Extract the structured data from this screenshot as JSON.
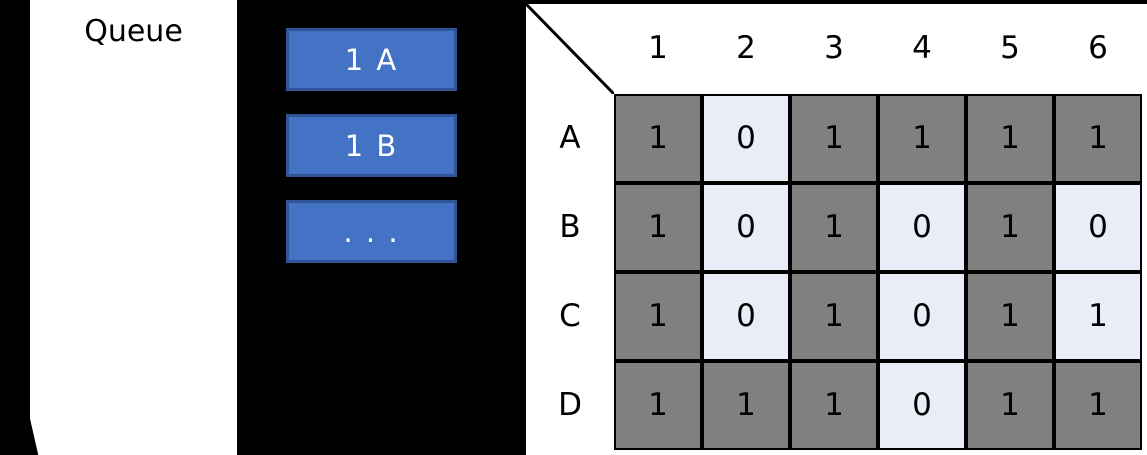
{
  "queue": {
    "title": "Queue",
    "items": [
      {
        "label": "1 A"
      },
      {
        "label": "1 B"
      },
      {
        "label": ". . ."
      }
    ],
    "box_fill": "#4472C4",
    "box_border": "#2F5597",
    "box_text_color": "#FFFFFF",
    "panel_fill": "#FFFFFF"
  },
  "matrix": {
    "col_headers": [
      "1",
      "2",
      "3",
      "4",
      "5",
      "6"
    ],
    "row_headers": [
      "A",
      "B",
      "C",
      "D"
    ],
    "rows": [
      {
        "label": "A",
        "values": [
          "1",
          "0",
          "1",
          "1",
          "1",
          "1"
        ],
        "states": [
          "on",
          "off",
          "on",
          "on",
          "on",
          "on"
        ]
      },
      {
        "label": "B",
        "values": [
          "1",
          "0",
          "1",
          "0",
          "1",
          "0"
        ],
        "states": [
          "on",
          "off",
          "on",
          "off",
          "on",
          "off"
        ]
      },
      {
        "label": "C",
        "values": [
          "1",
          "0",
          "1",
          "0",
          "1",
          "1"
        ],
        "states": [
          "on",
          "off",
          "on",
          "off",
          "on",
          "off"
        ]
      },
      {
        "label": "D",
        "values": [
          "1",
          "1",
          "1",
          "0",
          "1",
          "1"
        ],
        "states": [
          "on",
          "on",
          "on",
          "off",
          "on",
          "on"
        ]
      }
    ],
    "cell_on_color": "#808080",
    "cell_off_color": "#E8EDF7",
    "grid_line_color": "#000000",
    "panel_fill": "#FFFFFF"
  },
  "background_color": "#000000"
}
